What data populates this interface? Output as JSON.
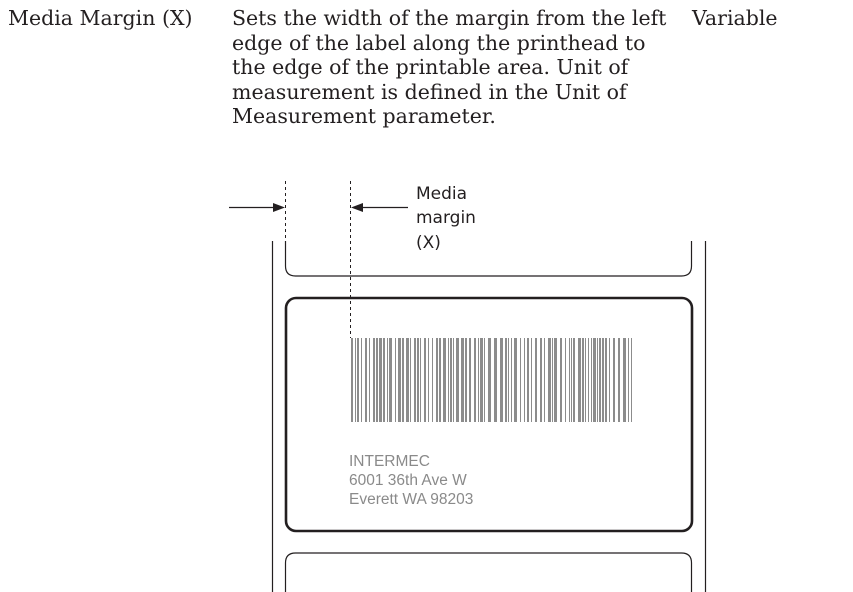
{
  "parameter": {
    "name": "Media Margin (X)",
    "description": "Sets the width of the margin from the left edge of the label along the printhead to the edge of the printable area. Unit of measurement is defined in the Unit of Measurement parameter.",
    "value": "Variable"
  },
  "figure": {
    "callout_lines": [
      "Media",
      "margin",
      "(X)"
    ],
    "label_address": [
      "INTERMEC",
      "6001 36th Ave W",
      "Everett WA 98203"
    ]
  }
}
